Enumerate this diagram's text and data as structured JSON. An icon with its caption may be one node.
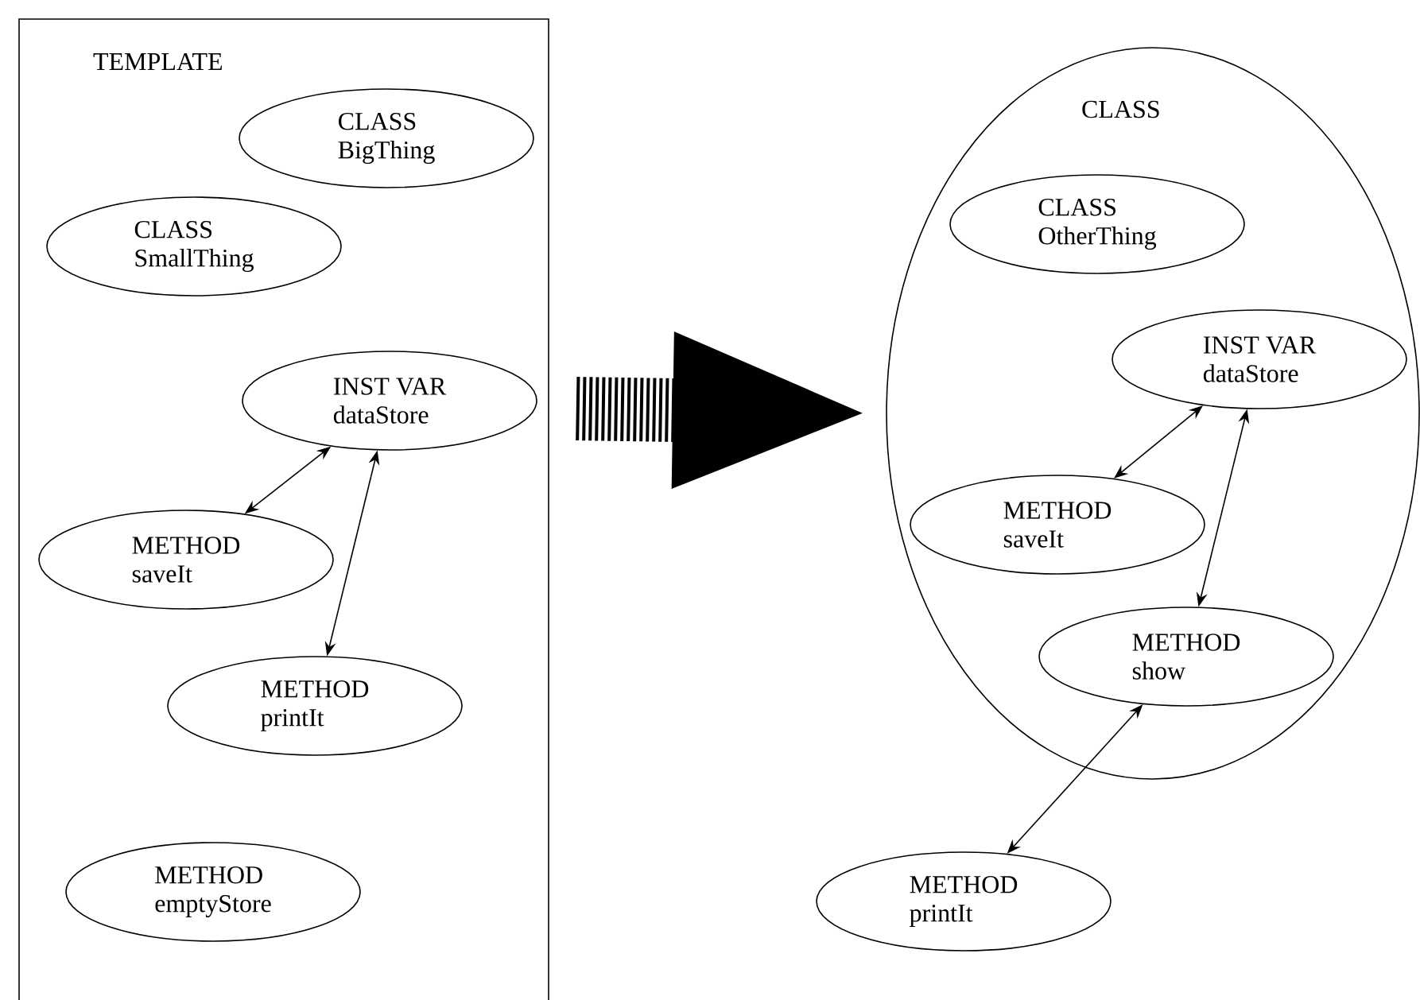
{
  "diagram": {
    "nodes": [
      {
        "text": [
          "TEMPLATE"
        ]
      },
      {
        "text": [
          "CLASS",
          "BigThing"
        ],
        "in": 0
      },
      {
        "text": [
          "CLASS",
          "SmallThing"
        ],
        "in": 0
      },
      {
        "text": [
          "INST VAR",
          "dataStore"
        ],
        "in": 0
      },
      {
        "text": [
          "METHOD",
          "saveIt"
        ],
        "in": 0
      },
      {
        "text": [
          "METHOD",
          "printIt"
        ],
        "in": 0
      },
      {
        "text": [
          "METHOD",
          "emptyStore"
        ],
        "in": 0
      },
      {
        "text": [
          "CLASS"
        ]
      },
      {
        "text": [
          "CLASS",
          "OtherThing"
        ],
        "in": 7
      },
      {
        "text": [
          "INST VAR",
          "dataStore"
        ],
        "in": 7
      },
      {
        "text": [
          "METHOD",
          "saveIt"
        ],
        "in": 7
      },
      {
        "text": [
          "METHOD",
          "show"
        ],
        "in": 7
      },
      {
        "text": [
          "METHOD",
          "printIt"
        ]
      }
    ],
    "edges": [
      {
        "from": 0,
        "to": 7,
        "arrow": "to",
        "style": "dashed"
      },
      {
        "from": 3,
        "to": 4,
        "arrow": "both"
      },
      {
        "from": 3,
        "to": 5,
        "arrow": "both"
      },
      {
        "from": 9,
        "to": 10,
        "arrow": "both"
      },
      {
        "from": 9,
        "to": 11,
        "arrow": "both"
      },
      {
        "from": 11,
        "to": 12,
        "arrow": "both"
      }
    ]
  }
}
